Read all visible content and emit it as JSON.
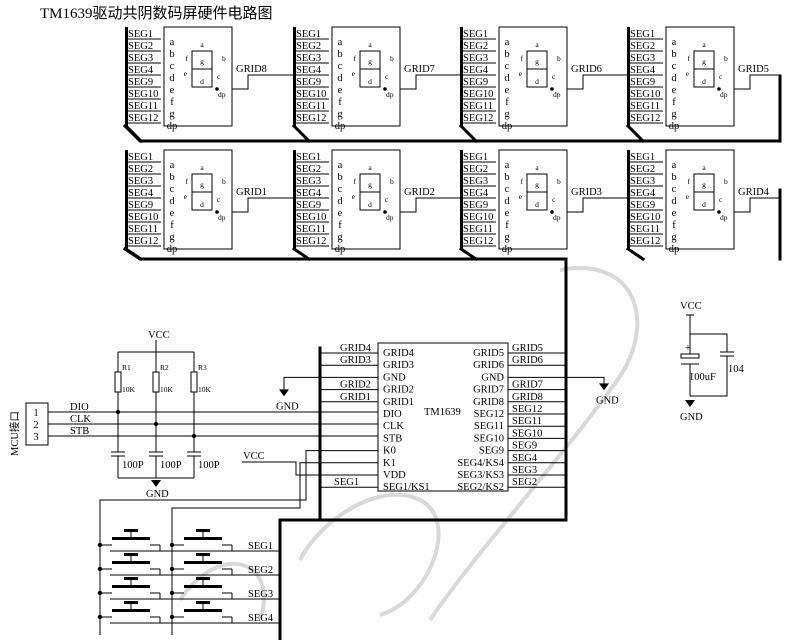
{
  "title": "TM1639驱动共阴数码屏硬件电路图",
  "digit_seg_labels": [
    "SEG1",
    "SEG2",
    "SEG3",
    "SEG4",
    "SEG9",
    "SEG10",
    "SEG11",
    "SEG12"
  ],
  "digit_pin_labels": [
    "a",
    "b",
    "c",
    "d",
    "e",
    "f",
    "g",
    "dp"
  ],
  "digit_segment_letters": [
    "a",
    "b",
    "c",
    "d",
    "e",
    "f",
    "g",
    "dp"
  ],
  "digits": [
    {
      "grid": "GRID8"
    },
    {
      "grid": "GRID7"
    },
    {
      "grid": "GRID6"
    },
    {
      "grid": "GRID5"
    },
    {
      "grid": "GRID1"
    },
    {
      "grid": "GRID2"
    },
    {
      "grid": "GRID3"
    },
    {
      "grid": "GRID4"
    }
  ],
  "ic": {
    "name": "TM1639",
    "left_pins": [
      "GRID4",
      "GRID3",
      "GND",
      "GRID2",
      "GRID1",
      "DIO",
      "CLK",
      "STB",
      "K0",
      "K1",
      "VDD",
      "SEG1/KS1"
    ],
    "right_pins": [
      "GRID5",
      "GRID6",
      "GND",
      "GRID7",
      "GRID8",
      "SEG12",
      "SEG11",
      "SEG10",
      "SEG9",
      "SEG4/KS4",
      "SEG3/KS3",
      "SEG2/KS2"
    ],
    "left_net_labels": [
      "GRID4",
      "GRID3",
      "GRID2",
      "GRID1",
      "SEG1"
    ],
    "right_net_labels": [
      "GRID5",
      "GRID6",
      "GRID7",
      "GRID8",
      "SEG12",
      "SEG11",
      "SEG10",
      "SEG9",
      "SEG4",
      "SEG3",
      "SEG2"
    ]
  },
  "mcu": {
    "label": "MCU接口",
    "pin_numbers": [
      "1",
      "2",
      "3"
    ],
    "signals": [
      "DIO",
      "CLK",
      "STB"
    ]
  },
  "resistors": [
    {
      "name": "R1",
      "value": "10K"
    },
    {
      "name": "R2",
      "value": "10K"
    },
    {
      "name": "R3",
      "value": "10K"
    }
  ],
  "capacitors": [
    "100P",
    "100P",
    "100P"
  ],
  "decoupling": {
    "electrolytic": "100uF",
    "ceramic": "104",
    "polarity": "+"
  },
  "power": {
    "vcc": "VCC",
    "gnd": "GND"
  },
  "keys": {
    "row_labels": [
      "SEG1",
      "SEG2",
      "SEG3",
      "SEG4"
    ]
  }
}
